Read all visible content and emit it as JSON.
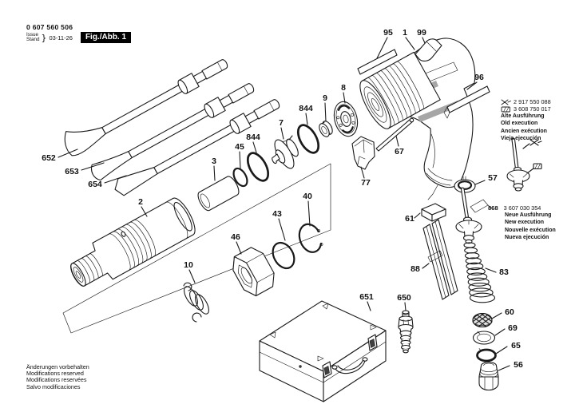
{
  "header": {
    "part_number": "0 607 560 506",
    "issue_label": "Issue",
    "stand_label": "Stand",
    "brace": "}",
    "date": "03-11-26",
    "figure_label": "Fig./Abb. 1"
  },
  "footer": {
    "lines": [
      "Änderungen vorbehalten",
      "Modifications reserved",
      "Modifications reservées",
      "Salvo modificaciones"
    ]
  },
  "notes": {
    "old": {
      "code1": "2 917 550 088",
      "code2": "3 608 750 017",
      "icon1": "grease-tube-icon",
      "icon2": "hatched-block-icon",
      "lines": [
        "Alte Ausführung",
        "Old execution",
        "Ancien exécution",
        "Vieja ejecución"
      ]
    },
    "new": {
      "ref": "868",
      "code": "3 607 030 354",
      "lines": [
        "Neue Ausführung",
        "New execution",
        "Nouvelle exécution",
        "Nueva ejecución"
      ]
    }
  },
  "labels": {
    "l652": "652",
    "l653": "653",
    "l654": "654",
    "l2": "2",
    "l3": "3",
    "l45": "45",
    "l844a": "844",
    "l7": "7",
    "l844b": "844",
    "l9": "9",
    "l8": "8",
    "l95": "95",
    "l1": "1",
    "l99": "99",
    "l96": "96",
    "l67": "67",
    "l77": "77",
    "l61": "61",
    "l57": "57",
    "l88": "88",
    "l83": "83",
    "l60": "60",
    "l69": "69",
    "l65": "65",
    "l56": "56",
    "l650": "650",
    "l651": "651",
    "l10": "10",
    "l46": "46",
    "l43": "43",
    "l40": "40"
  },
  "colors": {
    "ink": "#1a1a1a",
    "paper": "#ffffff",
    "badge_bg": "#000000",
    "badge_text": "#ffffff",
    "shading_gray": "#a6a6a6"
  }
}
